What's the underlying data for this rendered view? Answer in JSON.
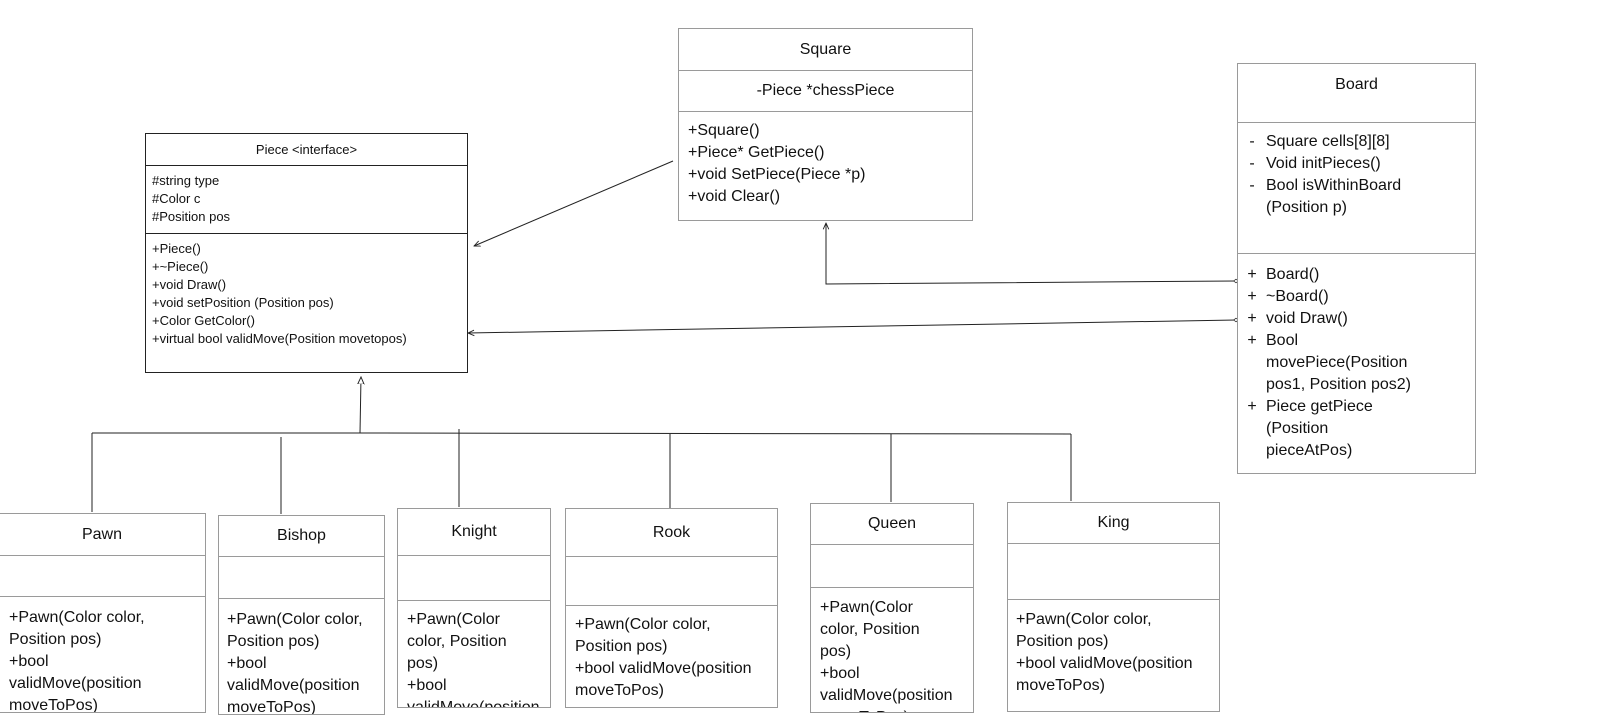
{
  "piece": {
    "title": "Piece <interface>",
    "attributes": [
      "#string type",
      "#Color c",
      "#Position pos"
    ],
    "methods": [
      "+Piece()",
      "+~Piece()",
      "+void Draw()",
      "+void setPosition (Position pos)",
      "+Color GetColor()",
      "+virtual bool validMove(Position movetopos)"
    ]
  },
  "square": {
    "title": "Square",
    "attributes": [
      "-Piece *chessPiece"
    ],
    "methods": [
      "+Square()",
      "+Piece* GetPiece()",
      "+void SetPiece(Piece *p)",
      "+void Clear()"
    ]
  },
  "board": {
    "title": "Board",
    "attributes": [
      {
        "vis": "-",
        "text": "Square cells[8][8]"
      },
      {
        "vis": "-",
        "text": "Void initPieces()"
      },
      {
        "vis": "-",
        "text": "Bool isWithinBoard (Position p)"
      }
    ],
    "methods": [
      {
        "vis": "+",
        "text": "Board()"
      },
      {
        "vis": "+",
        "text": "~Board()"
      },
      {
        "vis": "+",
        "text": "void Draw()"
      },
      {
        "vis": "+",
        "text": "Bool movePiece(Position pos1, Position pos2)"
      },
      {
        "vis": "+",
        "text": "Piece getPiece (Position pieceAtPos)"
      }
    ]
  },
  "subclasses": [
    {
      "title": "Pawn",
      "methods": [
        "+Pawn(Color color, Position pos)",
        "+bool validMove(position moveToPos)"
      ]
    },
    {
      "title": "Bishop",
      "methods": [
        "+Pawn(Color color, Position pos)",
        "+bool validMove(position moveToPos)"
      ]
    },
    {
      "title": "Knight",
      "methods": [
        "+Pawn(Color color, Position pos)",
        "+bool validMove(position moveToPos)"
      ]
    },
    {
      "title": "Rook",
      "methods": [
        "+Pawn(Color color, Position pos)",
        "+bool validMove(position moveToPos)"
      ]
    },
    {
      "title": "Queen",
      "methods": [
        "+Pawn(Color color, Position pos)",
        "+bool validMove(position moveToPos)"
      ]
    },
    {
      "title": "King",
      "methods": [
        "+Pawn(Color color, Position pos)",
        "+bool validMove(position moveToPos)"
      ]
    }
  ]
}
